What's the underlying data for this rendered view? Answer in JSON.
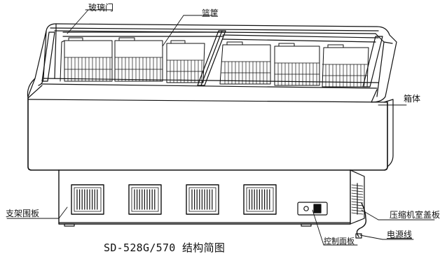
{
  "labels": {
    "glass_door": "玻璃门",
    "basket": "篮筐",
    "cabinet": "箱体",
    "stand": "支架围板",
    "compressor_cover": "压缩机室盖板",
    "power_cord": "电源线",
    "control_panel": "控制面板"
  },
  "caption": "SD-528G/570 结构简图",
  "colors": {
    "line": "#111111",
    "background": "#ffffff",
    "gray": "#888888"
  }
}
